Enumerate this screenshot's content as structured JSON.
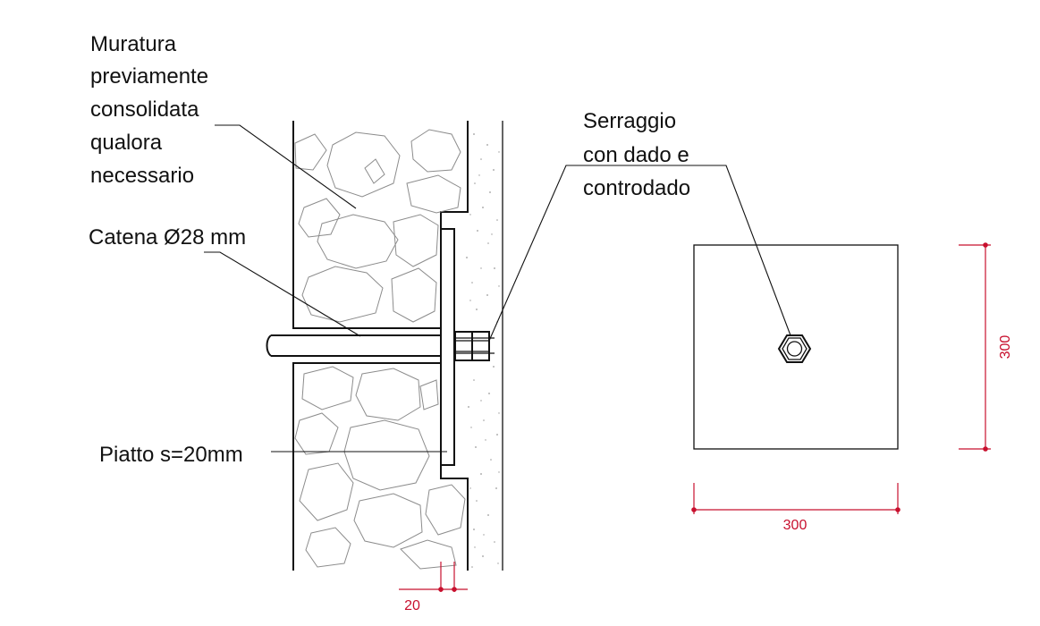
{
  "labels": {
    "muratura": [
      "Muratura",
      "previamente",
      "consolidata",
      "qualora",
      "necessario"
    ],
    "catena": "Catena Ø28 mm",
    "serraggio": [
      "Serraggio",
      "con dado e",
      "controdado"
    ],
    "piatto": "Piatto s=20mm"
  },
  "dimensions": {
    "plate_thickness": "20",
    "plate_width": "300",
    "plate_height": "300"
  },
  "colors": {
    "dimension": "#c8102e",
    "line": "#111111",
    "stone": "#8c8c8c"
  }
}
